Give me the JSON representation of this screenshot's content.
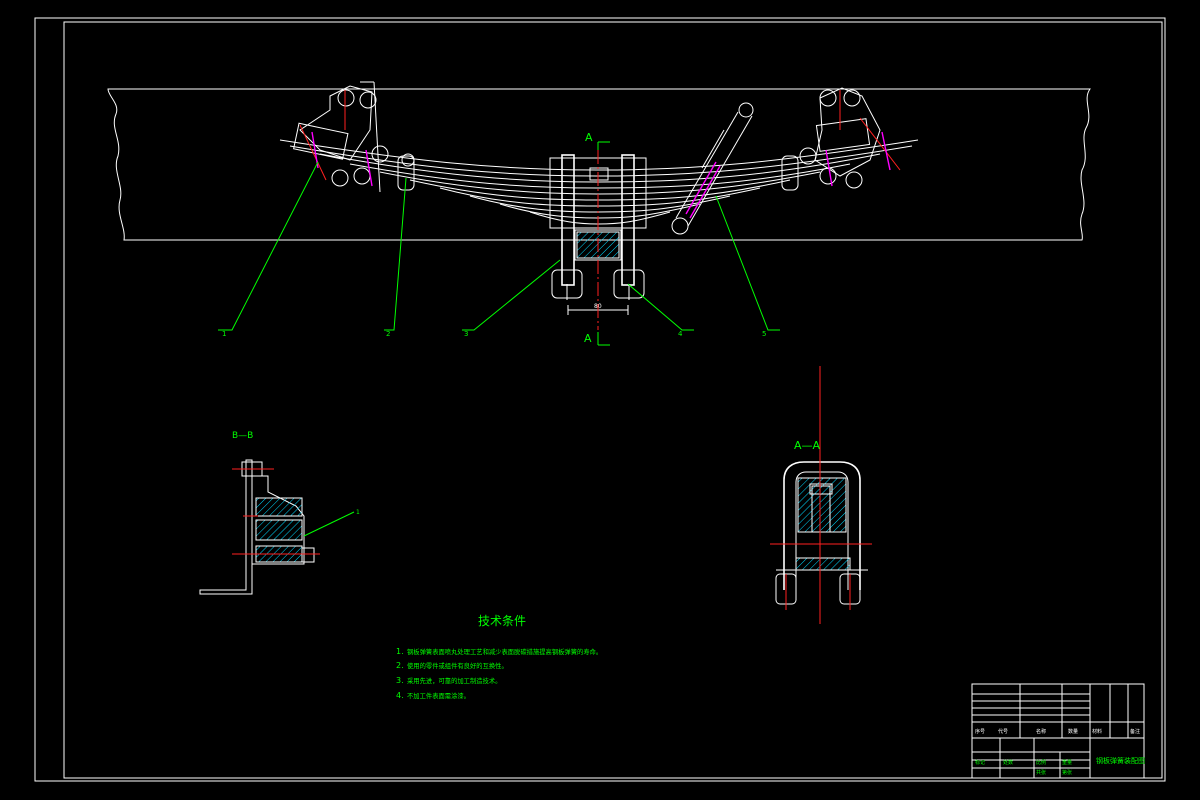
{
  "drawing": {
    "section_AA": "A",
    "section_label_AA": "A—A",
    "section_label_BB": "B—B",
    "tech_title": "技术条件",
    "notes": [
      {
        "num": "1.",
        "text": "钢板弹簧表面喷丸处理工艺和减少表面脱碳措施提高钢板弹簧的寿命。"
      },
      {
        "num": "2.",
        "text": "使用的零件或组件有良好的互换性。"
      },
      {
        "num": "3.",
        "text": "采用先进，可靠的加工制造技术。"
      },
      {
        "num": "4.",
        "text": "不加工件表面需涂漆。"
      }
    ],
    "leaders": [
      "1",
      "2",
      "3",
      "4",
      "5",
      "1"
    ],
    "dim_center": "80"
  },
  "title_block": {
    "left_rows": [
      "序号",
      "代号",
      "名称",
      "数量",
      "材料",
      "备注",
      "标记",
      "处数"
    ],
    "title": "钢板弹簧装配图",
    "cells": [
      "比例",
      "重量",
      "共张",
      "第张"
    ]
  },
  "colors": {
    "line": "#ffffff",
    "annot": "#00ff00",
    "center": "#ff2020",
    "damper": "#ff00ff",
    "fill": "#00d8ff"
  }
}
